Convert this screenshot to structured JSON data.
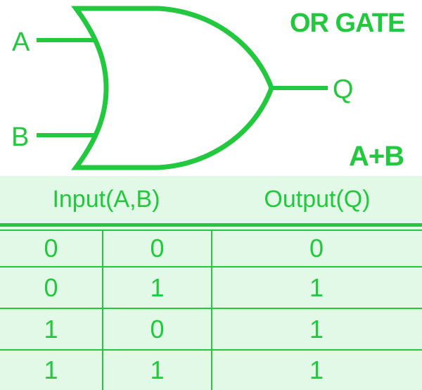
{
  "colors": {
    "green": "#22c83d",
    "table_background": "#e1f9e6",
    "diagram_background": "#ffffff"
  },
  "diagram": {
    "title": "OR GATE",
    "expression": "A+B",
    "input_a_label": "A",
    "input_b_label": "B",
    "output_label": "Q",
    "gate_type": "or-gate"
  },
  "truth_table": {
    "headers": [
      "Input(A,B)",
      "Output(Q)"
    ],
    "rows": [
      [
        "0",
        "0",
        "0"
      ],
      [
        "0",
        "1",
        "1"
      ],
      [
        "1",
        "0",
        "1"
      ],
      [
        "1",
        "1",
        "1"
      ]
    ]
  }
}
